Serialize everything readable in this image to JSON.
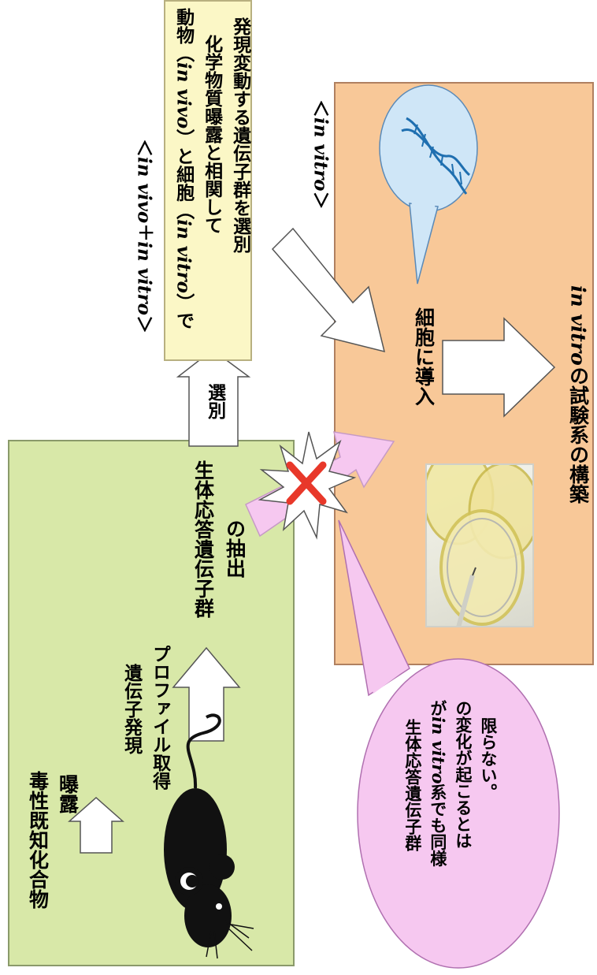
{
  "texts": {
    "green_title_1": "毒性既知化合物",
    "green_title_2": "曝露",
    "profile_1": "遺伝子発現",
    "profile_2": "プロファイル取得",
    "extract_1": "生体応答遺伝子群",
    "extract_2": "の抽出",
    "select": "選別",
    "invivo_label_a": "＜",
    "invivo_label_b": "in vivo",
    "invivo_label_c": "＋",
    "invivo_label_d": "in vitro",
    "invivo_label_e": "＞",
    "yellow_1a": "動物（",
    "yellow_1b": "in vivo",
    "yellow_1c": "）と細胞（",
    "yellow_1d": "in vitro",
    "yellow_1e": "）で",
    "yellow_2": "化学物質曝露と相関して",
    "yellow_3": "発現変動する遺伝子群を選別",
    "invitro_label_a": "＜",
    "invitro_label_b": "in vitro",
    "invitro_label_c": "＞",
    "introduce": "細胞に導入",
    "construct_a": "in vitro",
    "construct_b": "の試験系の構築",
    "bubble_1": "生体応答遺伝子群",
    "bubble_2a": "が",
    "bubble_2b": "in vitro",
    "bubble_2c": "系でも同様",
    "bubble_3": "の変化が起こるとは",
    "bubble_4": "限らない。"
  },
  "colors": {
    "green_box": "#d8e8a8",
    "orange_box": "#f8c898",
    "yellow_box": "#fbf7c6",
    "pink": "#f6c8f0",
    "cross": "#e8382a",
    "dna_bubble": "#cfe6f7"
  },
  "icons": {
    "mouse": "mouse-icon",
    "dna": "dna-icon",
    "cross": "cross-icon",
    "petri": "petri-dish-photo"
  }
}
